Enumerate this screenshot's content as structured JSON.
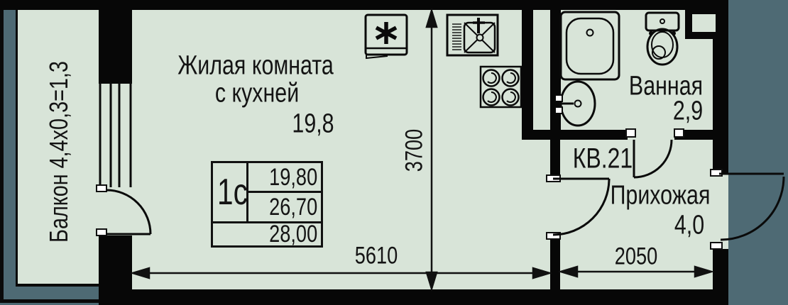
{
  "colors": {
    "interior": "#d8e4d8",
    "exterior": "#4e6a74",
    "wall": "#070707",
    "line": "#111111"
  },
  "balcony": {
    "label": "Балкон 4,4х0,3=1,3"
  },
  "living": {
    "line1": "Жилая комната",
    "line2": "с кухней",
    "area": "19,8"
  },
  "bath": {
    "name": "Ванная",
    "area": "2,9"
  },
  "hall": {
    "name": "Прихожая",
    "area": "4,0"
  },
  "apartment": {
    "number": "КВ.21"
  },
  "stamp": {
    "type": "1с",
    "living_area": "19,80",
    "total_area": "26,70",
    "total_with_balcony": "28,00"
  },
  "dims": {
    "room_height": "3700",
    "room_width": "5610",
    "hall_width": "2050"
  },
  "icons": [
    "fridge-icon",
    "kitchen-sink-icon",
    "stove-icon",
    "bathtub-icon",
    "washbasin-icon",
    "toilet-icon",
    "vent-shaft",
    "door-swing-arcs",
    "dimension-arrows"
  ]
}
